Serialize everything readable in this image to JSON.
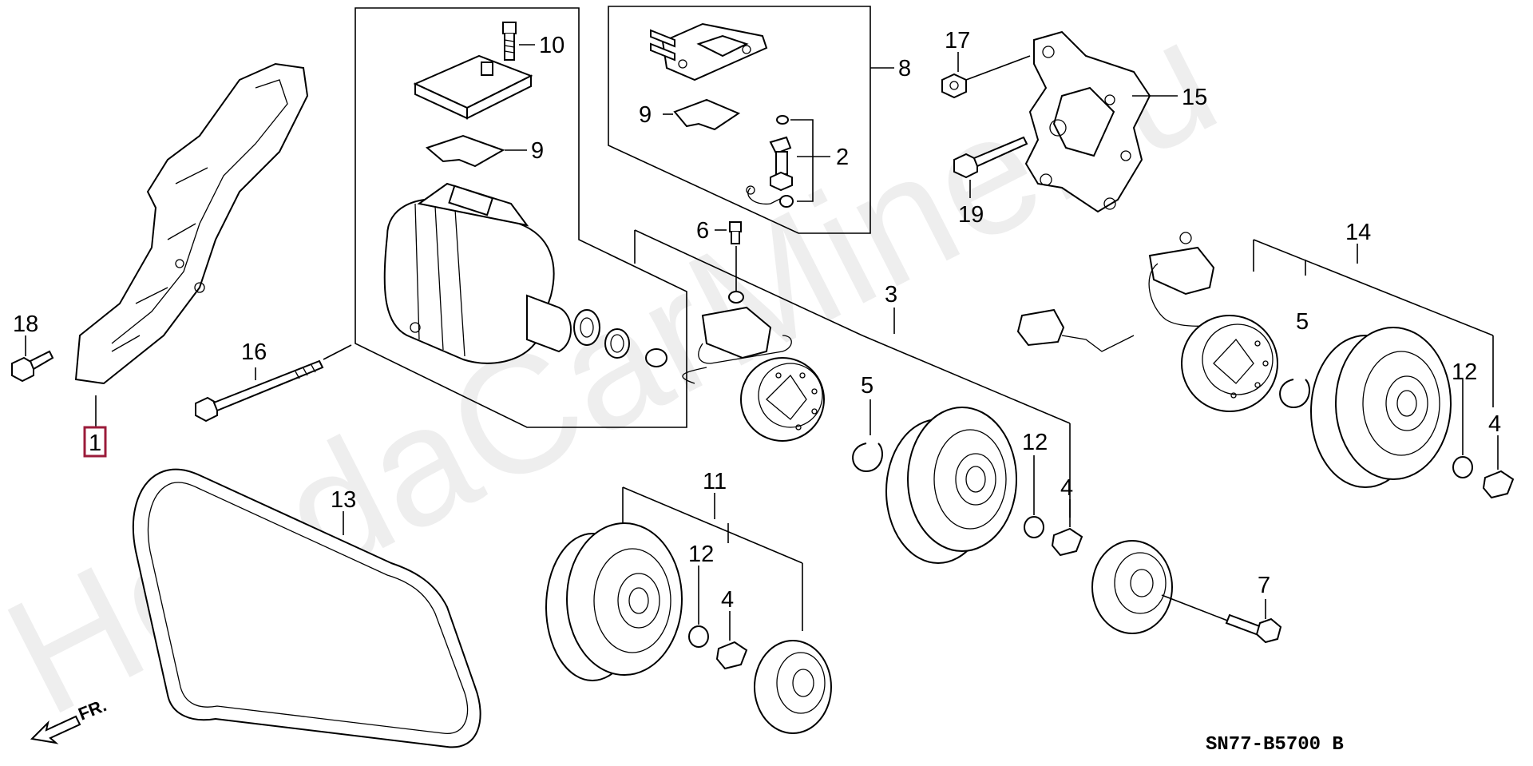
{
  "callouts": {
    "c1": "1",
    "c2": "2",
    "c3": "3",
    "c4a": "4",
    "c4b": "4",
    "c4c": "4",
    "c5a": "5",
    "c5b": "5",
    "c6": "6",
    "c7": "7",
    "c8": "8",
    "c9a": "9",
    "c9b": "9",
    "c10": "10",
    "c11": "11",
    "c12a": "12",
    "c12b": "12",
    "c12c": "12",
    "c13": "13",
    "c14": "14",
    "c15": "15",
    "c16": "16",
    "c17": "17",
    "c18": "18",
    "c19": "19"
  },
  "diagram_code": "SN77-B5700 B",
  "direction_label": "FR.",
  "watermark": "HondaCarMine.ru",
  "colors": {
    "highlight": "#9b1b3a",
    "line": "#000000"
  }
}
